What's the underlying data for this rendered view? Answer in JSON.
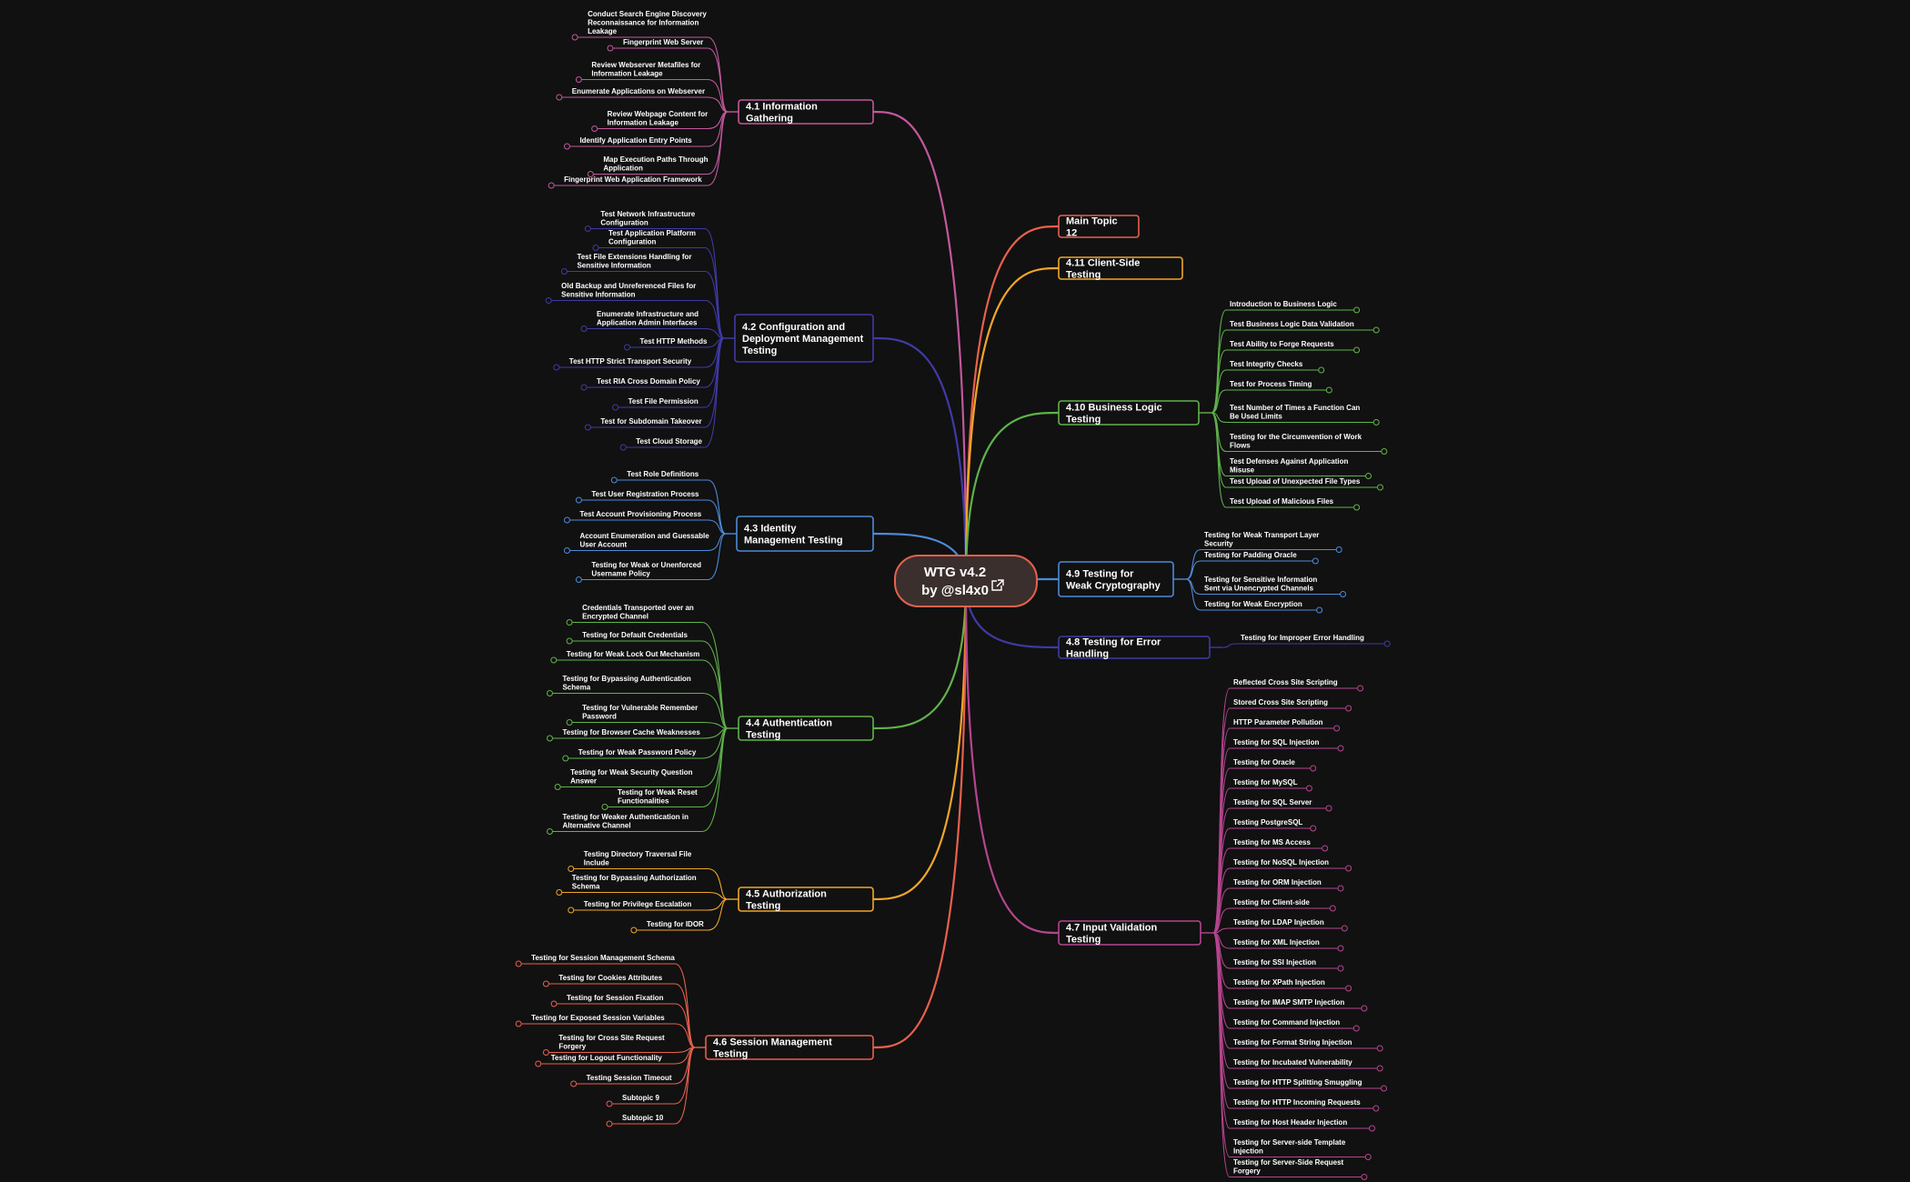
{
  "center": {
    "title_line1": "WTG v4.2",
    "title_line2": "by @sl4x0",
    "link_icon": "external-link-icon"
  },
  "colors": {
    "c41": "#c2589c",
    "c42": "#3f3aa6",
    "c43": "#4d8ad9",
    "c44": "#5fb34a",
    "c45": "#f0a62a",
    "c46": "#e8614d",
    "c47": "#b5458f",
    "c48": "#3f3aa6",
    "c49": "#4d8ad9",
    "c410": "#5fb34a",
    "c411": "#f0a62a",
    "c12": "#e8614d",
    "center_fill": "#3a2f2d",
    "center_stroke": "#e8614d"
  },
  "topics": [
    {
      "id": "t41",
      "label": "4.1 Information Gathering",
      "color_key": "c41",
      "subtopics": [
        "Conduct Search Engine Discovery Reconnaissance for Information Leakage",
        "Fingerprint Web Server",
        "Review Webserver Metafiles for Information Leakage",
        "Enumerate Applications on Webserver",
        "Review Webpage Content for Information Leakage",
        "Identify Application Entry Points",
        "Map Execution Paths Through Application",
        "Fingerprint Web Application Framework"
      ]
    },
    {
      "id": "t42",
      "label": "4.2 Configuration and Deployment Management Testing",
      "color_key": "c42",
      "subtopics": [
        "Test Network Infrastructure Configuration",
        "Test Application Platform Configuration",
        "Test File Extensions Handling for Sensitive Information",
        "Old Backup and Unreferenced Files for Sensitive Information",
        "Enumerate Infrastructure and Application Admin Interfaces",
        "Test HTTP Methods",
        "Test HTTP Strict Transport Security",
        "Test RIA Cross Domain Policy",
        "Test File Permission",
        "Test for Subdomain Takeover",
        "Test Cloud Storage"
      ]
    },
    {
      "id": "t43",
      "label": "4.3 Identity Management Testing",
      "color_key": "c43",
      "subtopics": [
        "Test Role Definitions",
        "Test User Registration Process",
        "Test Account Provisioning Process",
        "Account Enumeration and Guessable User Account",
        "Testing for Weak or Unenforced Username Policy"
      ]
    },
    {
      "id": "t44",
      "label": "4.4 Authentication Testing",
      "color_key": "c44",
      "subtopics": [
        "Credentials Transported over an Encrypted Channel",
        "Testing for Default Credentials",
        "Testing for Weak Lock Out Mechanism",
        "Testing for Bypassing Authentication Schema",
        "Testing for Vulnerable Remember Password",
        "Testing for Browser Cache Weaknesses",
        "Testing for Weak Password Policy",
        "Testing for Weak Security Question Answer",
        "Testing for Weak Reset Functionalities",
        "Testing for Weaker Authentication in Alternative Channel"
      ]
    },
    {
      "id": "t45",
      "label": "4.5 Authorization Testing",
      "color_key": "c45",
      "subtopics": [
        "Testing Directory Traversal File Include",
        "Testing for Bypassing Authorization Schema",
        "Testing for Privilege Escalation",
        "Testing for IDOR"
      ]
    },
    {
      "id": "t46",
      "label": "4.6 Session Management Testing",
      "color_key": "c46",
      "subtopics": [
        "Testing for Session Management Schema",
        "Testing for Cookies Attributes",
        "Testing for Session Fixation",
        "Testing for Exposed Session Variables",
        "Testing for Cross Site Request Forgery",
        "Testing for Logout Functionality",
        "Testing Session Timeout",
        "Subtopic 9",
        "Subtopic 10"
      ]
    },
    {
      "id": "t12",
      "label": "Main Topic 12",
      "color_key": "c12",
      "subtopics": []
    },
    {
      "id": "t411",
      "label": "4.11 Client-Side Testing",
      "color_key": "c411",
      "subtopics": []
    },
    {
      "id": "t410",
      "label": "4.10 Business Logic Testing",
      "color_key": "c410",
      "subtopics": [
        "Introduction to Business Logic",
        "Test Business Logic Data Validation",
        "Test Ability to Forge Requests",
        "Test Integrity Checks",
        "Test for Process Timing",
        "Test Number of Times a Function Can Be Used Limits",
        "Testing for the Circumvention of Work Flows",
        "Test Defenses Against Application Misuse",
        "Test Upload of Unexpected File Types",
        "Test Upload of Malicious Files"
      ]
    },
    {
      "id": "t49",
      "label": "4.9 Testing for Weak Cryptography",
      "color_key": "c49",
      "subtopics": [
        "Testing for Weak Transport Layer Security",
        "Testing for Padding Oracle",
        "Testing for Sensitive Information Sent via Unencrypted Channels",
        "Testing for Weak Encryption"
      ]
    },
    {
      "id": "t48",
      "label": "4.8 Testing for Error Handling",
      "color_key": "c48",
      "subtopics": [
        "Testing for Improper Error Handling"
      ]
    },
    {
      "id": "t47",
      "label": "4.7 Input Validation Testing",
      "color_key": "c47",
      "subtopics": [
        "Reflected Cross Site Scripting",
        "Stored Cross Site Scripting",
        "HTTP Parameter Pollution",
        "Testing for SQL Injection",
        "Testing for Oracle",
        "Testing for MySQL",
        "Testing for SQL Server",
        "Testing PostgreSQL",
        "Testing for MS Access",
        "Testing for NoSQL Injection",
        "Testing for ORM Injection",
        "Testing for Client-side",
        "Testing for LDAP Injection",
        "Testing for XML Injection",
        "Testing for SSI Injection",
        "Testing for XPath Injection",
        "Testing for IMAP SMTP Injection",
        "Testing for Command Injection",
        "Testing for Format String Injection",
        "Testing for Incubated Vulnerability",
        "Testing for HTTP Splitting Smuggling",
        "Testing for HTTP Incoming Requests",
        "Testing for Host Header Injection",
        "Testing for Server-side Template Injection",
        "Testing for Server-Side Request Forgery"
      ]
    }
  ]
}
